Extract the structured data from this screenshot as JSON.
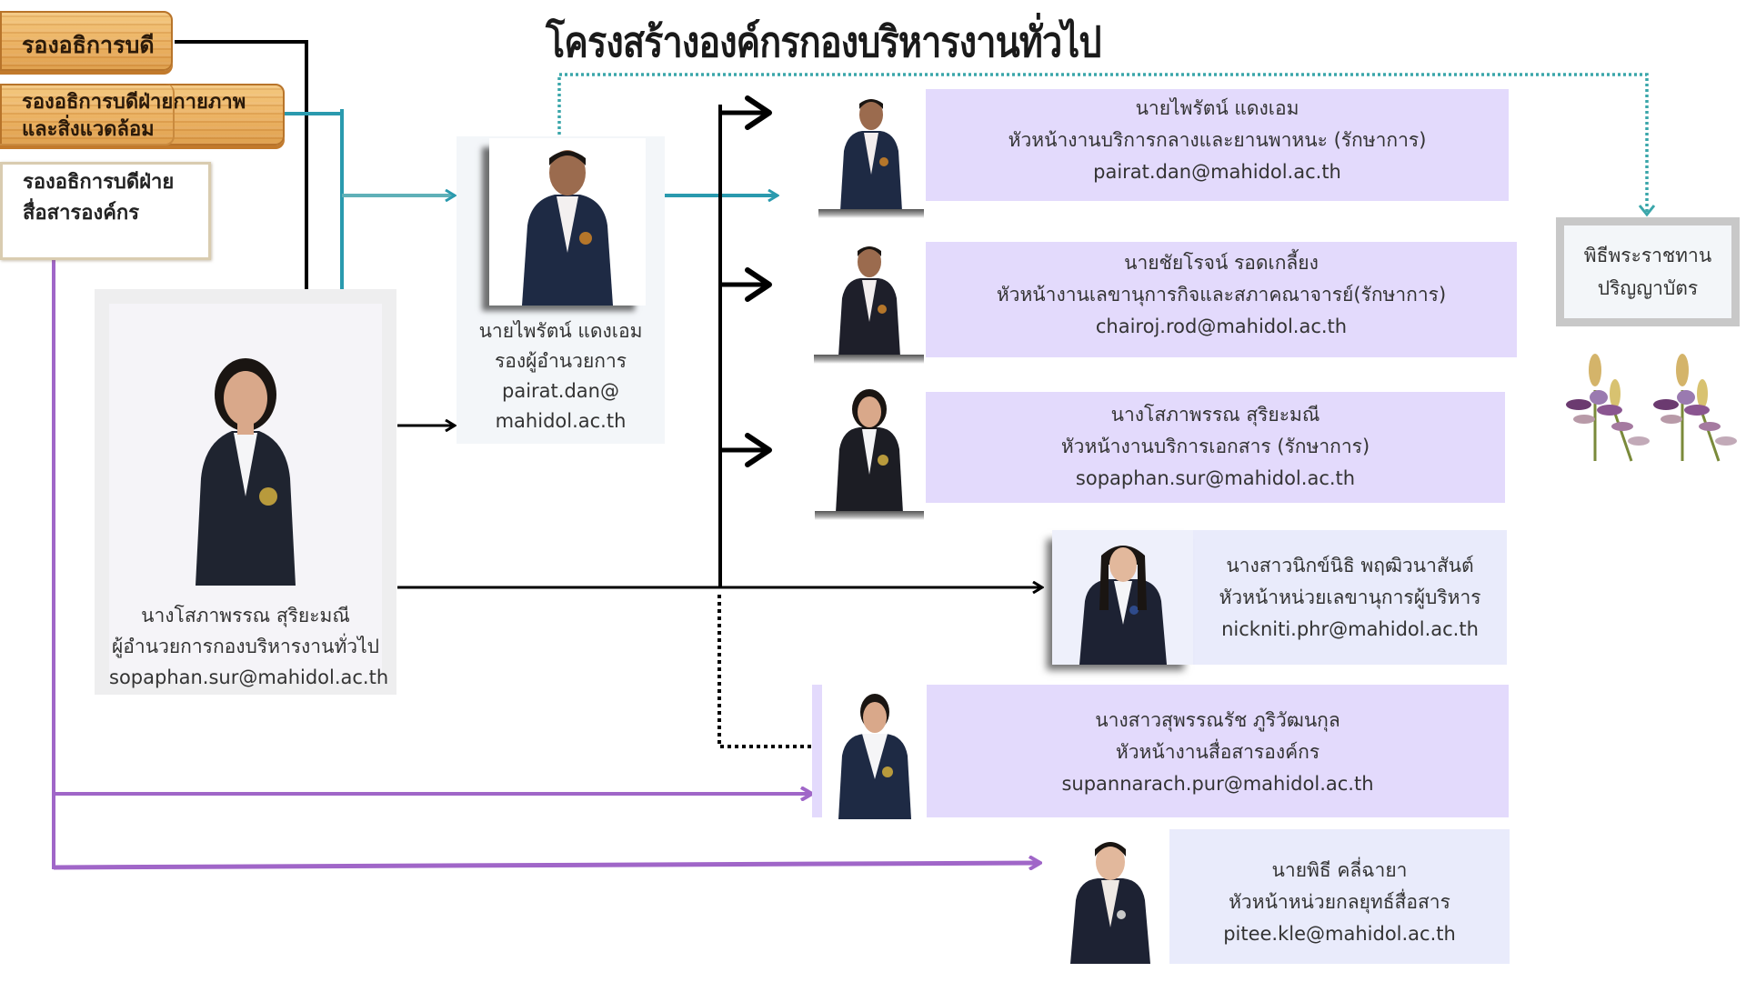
{
  "title": "โครงสร้างองค์กรกองบริหารงานทั่วไป",
  "colors": {
    "teal": "#2a9aae",
    "purple": "#a066c8",
    "black": "#000000",
    "card_purple": "#e3dafc",
    "card_lavender": "#e9ebfb"
  },
  "executives": [
    {
      "label": "รองอธิการบดี"
    },
    {
      "label_line1": "รองอธิการบดีฝ่ายกายภาพ",
      "label_line2": "และสิ่งแวดล้อม"
    },
    {
      "label_line1": "รองอธิการบดีฝ่าย",
      "label_line2": "สื่อสารองค์กร"
    }
  ],
  "director": {
    "name": "นางโสภาพรรณ สุริยะมณี",
    "position": "ผู้อำนวยการกองบริหารงานทั่วไป",
    "email": "sopaphan.sur@mahidol.ac.th"
  },
  "deputy": {
    "name": "นายไพรัตน์ แดงเอม",
    "position": "รองผู้อำนวยการ",
    "email_line1": "pairat.dan@",
    "email_line2": "mahidol.ac.th"
  },
  "staff": [
    {
      "name": "นายไพรัตน์ แดงเอม",
      "position": "หัวหน้างานบริการกลางและยานพาหนะ (รักษาการ)",
      "email": "pairat.dan@mahidol.ac.th"
    },
    {
      "name": "นายชัยโรจน์ รอดเกลี้ยง",
      "position": "หัวหน้างานเลขานุการกิจและสภาคณาจารย์(รักษาการ)",
      "email": "chairoj.rod@mahidol.ac.th"
    },
    {
      "name": "นางโสภาพรรณ สุริยะมณี",
      "position": "หัวหน้างานบริการเอกสาร (รักษาการ)",
      "email": "sopaphan.sur@mahidol.ac.th"
    },
    {
      "name": "นางสาวนิกข์นิธิ พฤฒิวนาสันต์",
      "position": "หัวหน้าหน่วยเลขานุการผู้บริหาร",
      "email": "nickniti.phr@mahidol.ac.th"
    },
    {
      "name": "นางสาวสุพรรณรัช ภูริวัฒนกุล",
      "position": "หัวหน้างานสื่อสารองค์กร",
      "email": "supannarach.pur@mahidol.ac.th"
    },
    {
      "name": "นายพิธี คลี่ฉายา",
      "position": "หัวหน้าหน่วยกลยุทธ์สื่อสาร",
      "email": "pitee.kle@mahidol.ac.th"
    }
  ],
  "ceremony": {
    "line1": "พิธีพระราชทาน",
    "line2": "ปริญญาบัตร"
  }
}
